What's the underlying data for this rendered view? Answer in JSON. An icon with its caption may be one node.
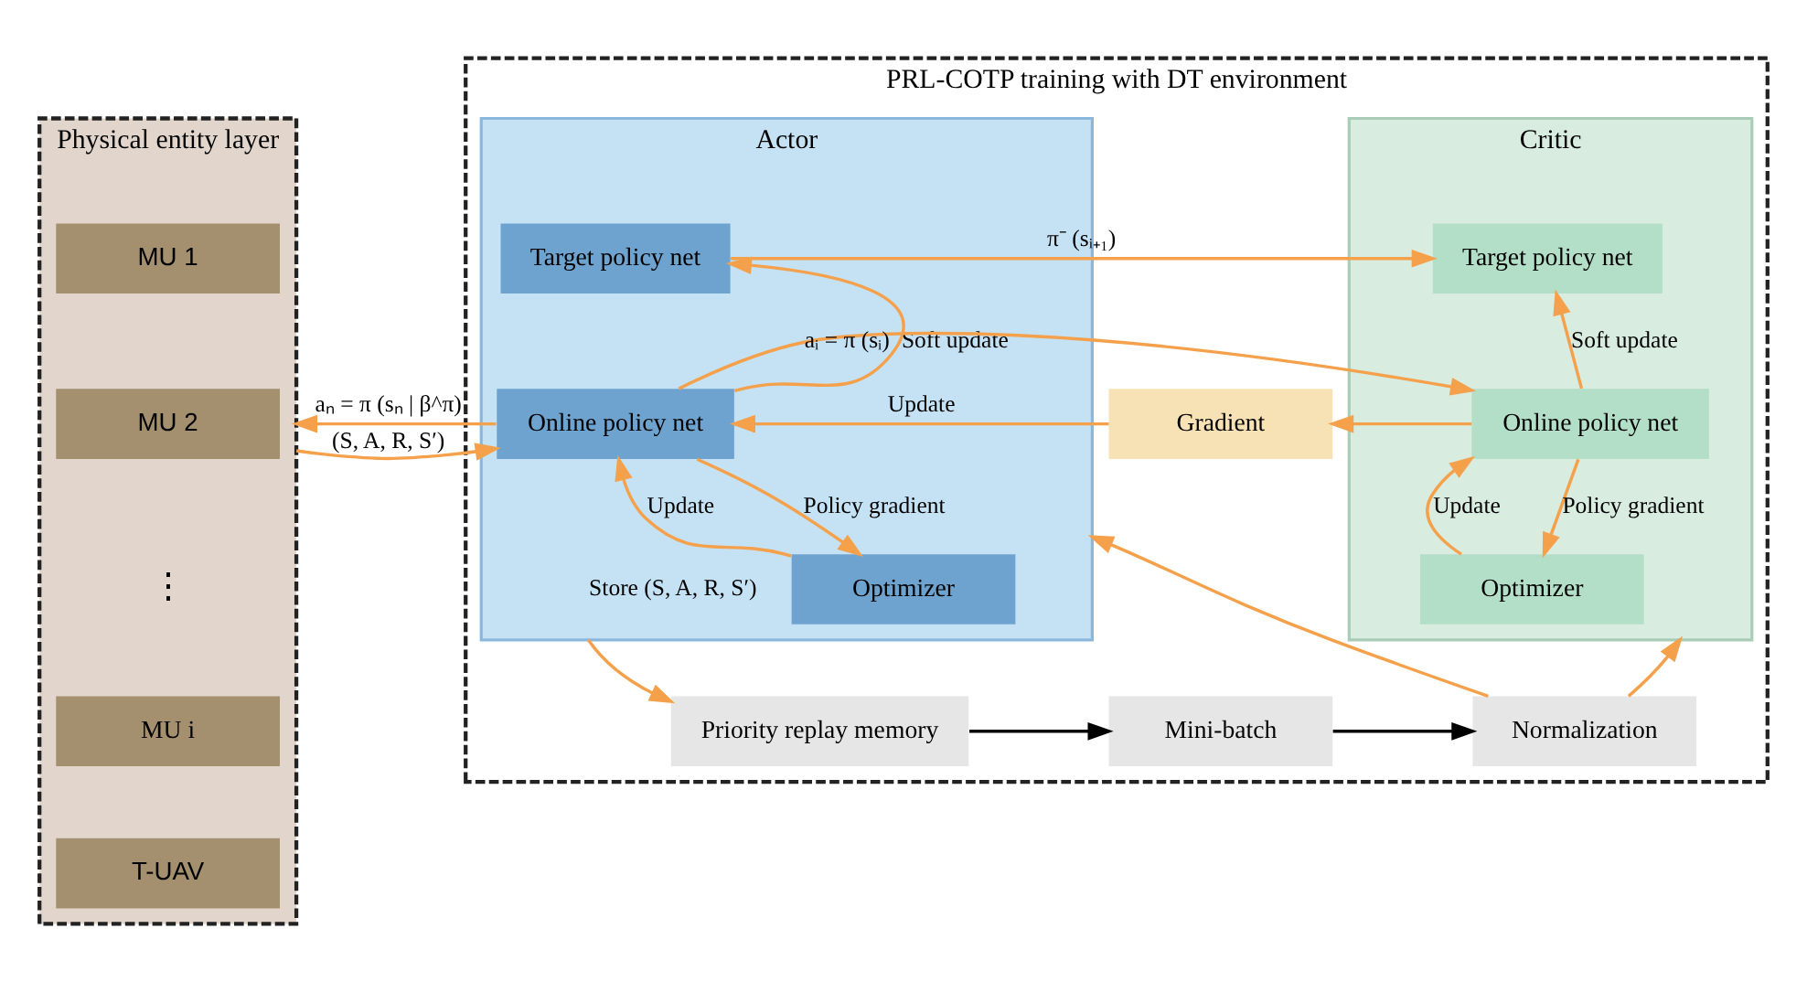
{
  "diagram": {
    "nodes": [
      {
        "text": [
          "Physical entity layer"
        ]
      },
      {
        "text": [
          "MU 1"
        ],
        "in": 0
      },
      {
        "text": [
          "MU 2"
        ],
        "in": 0
      },
      {
        "text": [
          "MU i"
        ],
        "in": 0
      },
      {
        "text": [
          "T-UAV"
        ],
        "in": 0
      },
      {
        "text": [
          "PRL-COTP training with DT environment"
        ]
      },
      {
        "text": [
          "Actor"
        ],
        "in": 5
      },
      {
        "text": [
          "Target policy net"
        ],
        "in": 6
      },
      {
        "text": [
          "Online policy net"
        ],
        "in": 6
      },
      {
        "text": [
          "Optimizer"
        ],
        "in": 6
      },
      {
        "text": [
          "Critic"
        ],
        "in": 5
      },
      {
        "text": [
          "Target policy net"
        ],
        "in": 10
      },
      {
        "text": [
          "Online policy net"
        ],
        "in": 10
      },
      {
        "text": [
          "Optimizer"
        ],
        "in": 10
      },
      {
        "text": [
          "Gradient"
        ],
        "in": 5
      },
      {
        "text": [
          "Priority replay memory"
        ],
        "in": 5
      },
      {
        "text": [
          "Mini-batch"
        ],
        "in": 5
      },
      {
        "text": [
          "Normalization"
        ],
        "in": 5
      }
    ],
    "edges": [
      {
        "from": 8,
        "to": 0,
        "arrow": "to",
        "label": "aₙ = π (sₙ | β^π)"
      },
      {
        "from": 0,
        "to": 8,
        "arrow": "to",
        "label": "(S, A, R, S′)"
      },
      {
        "from": 7,
        "to": 11,
        "arrow": "to",
        "label": "π⁻ (sᵢ₊₁)"
      },
      {
        "from": 8,
        "to": 7,
        "arrow": "to",
        "label": "Soft update"
      },
      {
        "from": 12,
        "to": 11,
        "arrow": "to",
        "label": "Soft update"
      },
      {
        "from": 12,
        "to": 14,
        "arrow": "to"
      },
      {
        "from": 14,
        "to": 8,
        "arrow": "to",
        "label": "Update"
      },
      {
        "from": 8,
        "to": 12,
        "arrow": "to",
        "label": "aᵢ = π (sᵢ)"
      },
      {
        "from": 8,
        "to": 9,
        "arrow": "to",
        "label": "Policy gradient"
      },
      {
        "from": 9,
        "to": 8,
        "arrow": "to",
        "label": "Update"
      },
      {
        "from": 12,
        "to": 13,
        "arrow": "to",
        "label": "Policy gradient"
      },
      {
        "from": 13,
        "to": 12,
        "arrow": "to",
        "label": "Update"
      },
      {
        "from": 6,
        "to": 15,
        "arrow": "to",
        "label": "Store (S, A, R, S′)"
      },
      {
        "from": 15,
        "to": 16,
        "arrow": "to",
        "color": "#000000"
      },
      {
        "from": 16,
        "to": 17,
        "arrow": "to",
        "color": "#000000"
      },
      {
        "from": 17,
        "to": 6,
        "arrow": "to"
      },
      {
        "from": 17,
        "to": 10,
        "arrow": "to"
      }
    ],
    "labels": [
      "⋮"
    ]
  }
}
